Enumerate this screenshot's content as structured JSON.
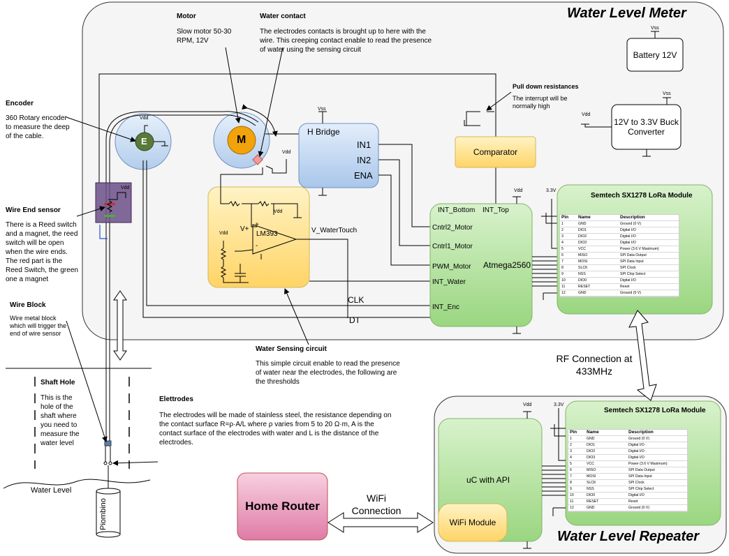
{
  "titles": {
    "meter": "Water Level Meter",
    "repeater": "Water Level Repeater"
  },
  "motor": {
    "heading": "Motor",
    "desc": "Slow motor 50-30 RPM, 12V",
    "symbol": "M"
  },
  "water_contact": {
    "heading": "Water contact",
    "desc": "The electrodes contacts is brought up to here with the wire. This creeping contact enable to read the presence of water using the sensing circuit"
  },
  "encoder": {
    "heading": "Encoder",
    "desc": "360 Rotary encoder to measure the deep of the cable.",
    "symbol": "E"
  },
  "wire_end": {
    "heading": "Wire End sensor",
    "desc": "There is a Reed switch and a magnet, the reed switch will be open when the wire ends. The red part is the Reed Switch, the green one a magnet"
  },
  "wire_block": {
    "heading": "Wire Block",
    "desc": "Wire metal block which will trigger the end of wire sensor"
  },
  "shaft_hole": {
    "heading": "Shaft Hole",
    "desc": "This is the hole of the shaft where you need to measure the water level"
  },
  "water_level_label": "Water Level",
  "piombino": "Piombino",
  "electrodes": {
    "heading": "Elettrodes",
    "desc": "The electrodes will be made of stainless steel, the resistance depending on the contact surface R=ρ·A/L where ρ varies from 5 to 20 Ω·m, A is the contact surface of the electrodes with water and L is the distance of the electrodes."
  },
  "sensing": {
    "heading": "Water Sensing circuit",
    "desc": "This simple circuit enable to read the presence of water near the electrodes, the following are the thresholds"
  },
  "pulldown": {
    "heading": "Pull down resistances",
    "desc": "The interrupt will be normally high"
  },
  "hbridge": {
    "title": "H Bridge",
    "in1": "IN1",
    "in2": "IN2",
    "ena": "ENA"
  },
  "comparator": "Comparator",
  "battery": "Battery 12V",
  "buck": "12V to 3.3V Buck Converter",
  "atmega": {
    "name": "Atmega2560",
    "int_bottom": "INT_Bottom",
    "int_top": "INT_Top",
    "cntrl2": "Cntrl2_Motor",
    "cntrl1": "Cntrl1_Motor",
    "pwm": "PWM_Motor",
    "int_water": "INT_Water",
    "int_enc": "INT_Enc"
  },
  "signals": {
    "clk": "CLK",
    "dt": "DT",
    "v_watertouch": "V_WaterTouch",
    "lm393": "LM393",
    "vplus": "V+",
    "minus": "-",
    "plus": "+"
  },
  "supply": {
    "vss": "Vss",
    "vdd": "Vdd",
    "v33": "3.3V"
  },
  "lora_title": "Semtech  SX1278 LoRa Module",
  "lora_table": {
    "headers": [
      "Pin",
      "Name",
      "Description"
    ],
    "rows": [
      [
        "1",
        "GND",
        "Ground (0 V)"
      ],
      [
        "2",
        "DIO1",
        "Digital I/O"
      ],
      [
        "3",
        "DIO2",
        "Digital I/O"
      ],
      [
        "4",
        "DIO3",
        "Digital I/O"
      ],
      [
        "5",
        "VCC",
        "Power (3.6 V Maximum)"
      ],
      [
        "6",
        "MISO",
        "SPI Data Output"
      ],
      [
        "7",
        "MOSI",
        "SPI Data Input"
      ],
      [
        "8",
        "SLCK",
        "SPI Clock"
      ],
      [
        "9",
        "NSS",
        "SPI Chip Select"
      ],
      [
        "10",
        "DIO0",
        "Digital I/O"
      ],
      [
        "11",
        "RESET",
        "Reset"
      ],
      [
        "12",
        "GND",
        "Ground (0 V)"
      ]
    ]
  },
  "rf": "RF Connection at 433MHz",
  "wifi": "WiFi Connection",
  "router": "Home Router",
  "uc": "uC  with API",
  "wifi_module": "WiFi Module",
  "colors": {
    "panel_bg": "#f5f5f5",
    "green": "#7ac96a",
    "green_fill": "#d5f0c8",
    "blue_fill": "#c9dcf2",
    "blue_stroke": "#6c8ebf",
    "yellow_fill": "#ffe08a",
    "yellow_stroke": "#d6b656",
    "purple": "#6b4f87",
    "orange": "#f0a30a",
    "pink": "#e082a7"
  }
}
